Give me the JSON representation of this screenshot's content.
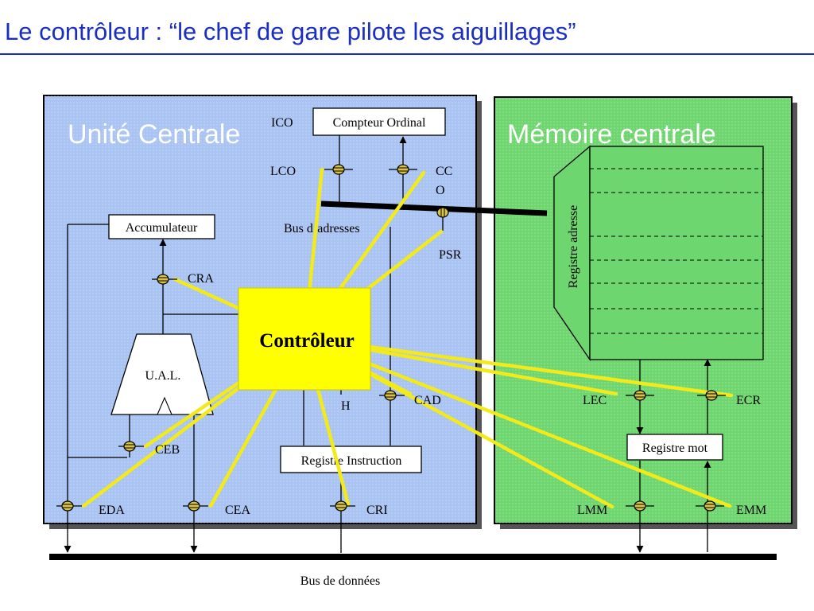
{
  "slide": {
    "title": "Le contrôleur : “le chef de gare pilote les aiguillages”"
  },
  "regions": {
    "cpu_title": "Unité Centrale",
    "memory_title": "Mémoire centrale"
  },
  "components": {
    "program_counter": "Compteur Ordinal",
    "accumulator": "Accumulateur",
    "alu": "U.A.L.",
    "controller": "Contrôleur",
    "instruction_register": "Registre Instruction",
    "address_register": "Registre adresse",
    "word_register": "Registre mot"
  },
  "buses": {
    "address_bus": "Bus d’adresses",
    "data_bus": "Bus de données"
  },
  "signals": {
    "ico": "ICO",
    "lco": "LCO",
    "cco_1": "CC",
    "cco_2": "O",
    "psr": "PSR",
    "cra": "CRA",
    "cad": "CAD",
    "ceb": "CEB",
    "eda": "EDA",
    "cea": "CEA",
    "cri": "CRI",
    "lec": "LEC",
    "ecr": "ECR",
    "lmm": "LMM",
    "emm": "EMM",
    "h": "H"
  },
  "colors": {
    "title": "#1a2fbf",
    "cpu_fill": "#a9c3f2",
    "memory_fill": "#6ed66e",
    "controller_fill": "#ffff00",
    "control_line": "#f2ea1a"
  }
}
